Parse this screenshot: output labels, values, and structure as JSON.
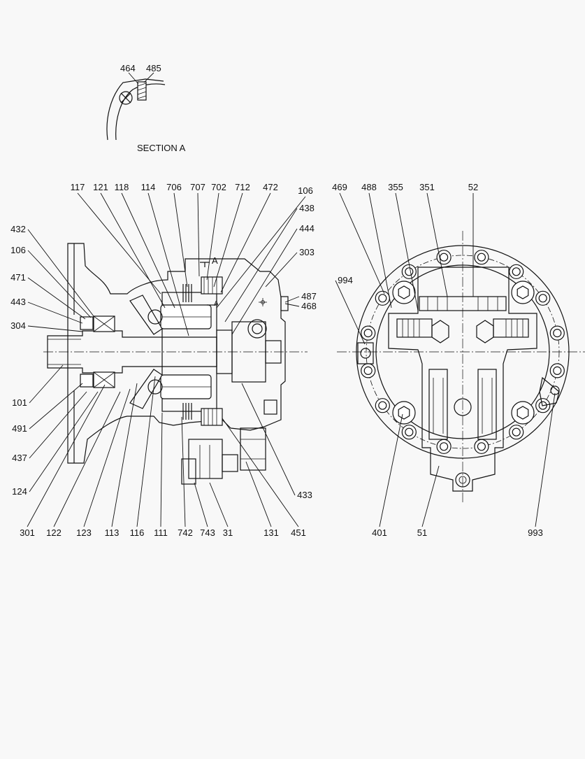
{
  "section": {
    "title": "SECTION  A",
    "labels": [
      "464",
      "485"
    ]
  },
  "view_marker": {
    "letter": "A"
  },
  "left_view": {
    "top_labels": [
      "117",
      "121",
      "118",
      "114",
      "706",
      "707",
      "702",
      "712",
      "472",
      "106",
      "438",
      "444",
      "303"
    ],
    "left_labels": [
      "432",
      "106",
      "471",
      "443",
      "304",
      "101",
      "491",
      "437",
      "124"
    ],
    "right_labels": [
      "487",
      "468",
      "433"
    ],
    "bottom_labels": [
      "301",
      "122",
      "123",
      "113",
      "116",
      "111",
      "742",
      "743",
      "31",
      "131",
      "451"
    ]
  },
  "right_view": {
    "top_labels": [
      "469",
      "488",
      "355",
      "351",
      "52"
    ],
    "left_labels": [
      "994"
    ],
    "bottom_labels": [
      "401",
      "51",
      "993"
    ]
  }
}
